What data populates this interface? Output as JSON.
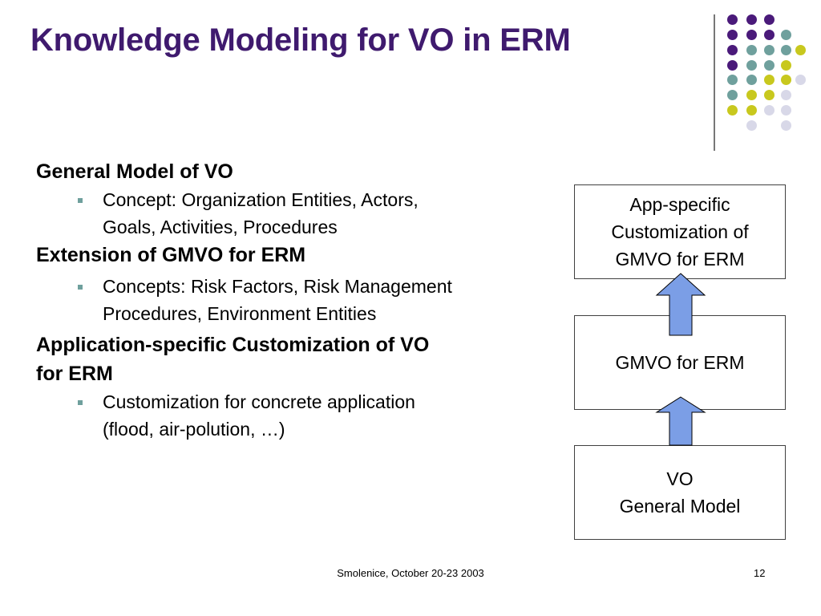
{
  "slide": {
    "title": "Knowledge Modeling for VO in ERM",
    "accent_color": "#3f1a6e"
  },
  "sections": [
    {
      "heading_lines": [
        "General Model of VO"
      ],
      "bullets": [
        {
          "lines": [
            "Concept: Organization Entities, Actors,",
            "Goals, Activities, Procedures"
          ]
        }
      ]
    },
    {
      "heading_lines": [
        "Extension of GMVO for ERM"
      ],
      "bullets": [
        {
          "lines": [
            "Concepts: Risk Factors, Risk Management",
            "Procedures, Environment Entities"
          ]
        }
      ]
    },
    {
      "heading_lines": [
        "Application-specific Customization of VO",
        "for ERM"
      ],
      "bullets": [
        {
          "lines": [
            "Customization for concrete application",
            "(flood, air-polution, …)"
          ]
        }
      ]
    }
  ],
  "diagram": {
    "boxes": [
      {
        "lines": [
          "App-specific",
          "Customization of",
          "GMVO for ERM"
        ]
      },
      {
        "lines": [
          "GMVO for ERM"
        ]
      },
      {
        "lines": [
          "VO",
          "General Model"
        ]
      }
    ],
    "arrow_color": "#7b9ee6",
    "arrow_stroke": "#000000"
  },
  "decoration": {
    "dot_colors": {
      "purple": "#4a1a7a",
      "teal": "#6fa09d",
      "yellow": "#c8c81e",
      "lavender": "#d8d8e8"
    }
  },
  "footer": {
    "text": "Smolenice, October 20-23 2003",
    "page_number": "12"
  }
}
